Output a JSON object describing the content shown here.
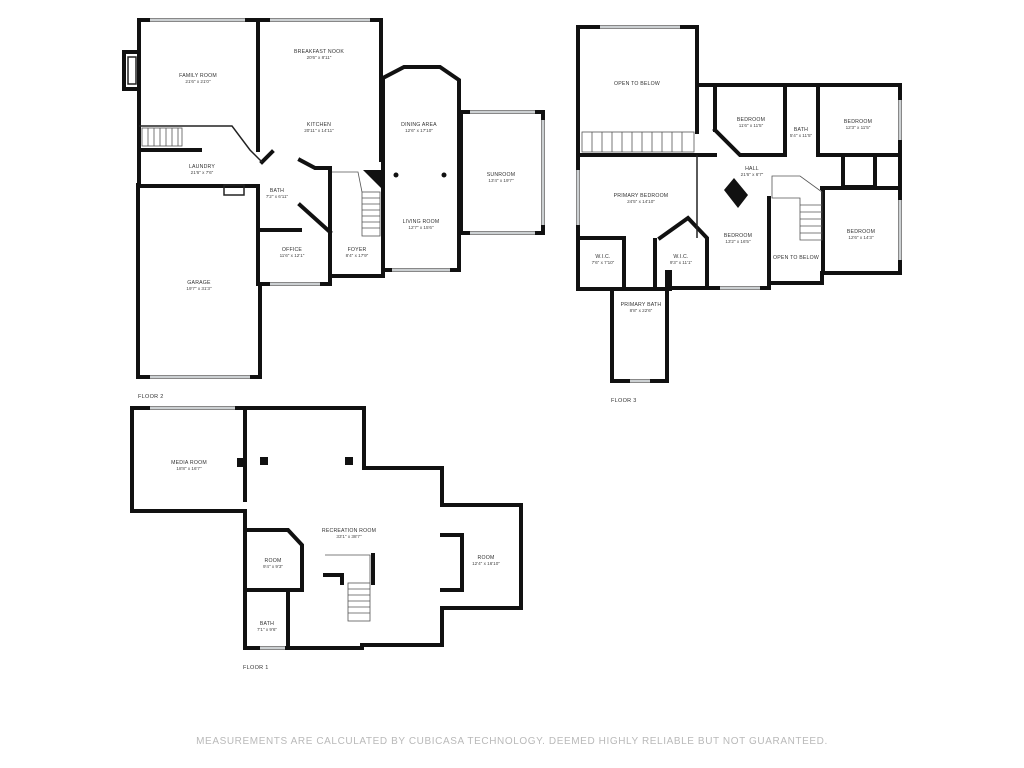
{
  "floor2": {
    "label": "FLOOR 2",
    "rooms": {
      "family": {
        "name": "FAMILY ROOM",
        "dim": "21'6\" x 21'0\""
      },
      "breakfast": {
        "name": "BREAKFAST NOOK",
        "dim": "20'6\" x 8'11\""
      },
      "kitchen": {
        "name": "KITCHEN",
        "dim": "20'11\" x 14'11\""
      },
      "dining": {
        "name": "DINING AREA",
        "dim": "12'6\" x 17'10\""
      },
      "sunroom": {
        "name": "SUNROOM",
        "dim": "13'4\" x 19'7\""
      },
      "laundry": {
        "name": "LAUNDRY",
        "dim": "21'6\" x 7'6\""
      },
      "bath": {
        "name": "BATH",
        "dim": "7'2\" x 6'11\""
      },
      "living": {
        "name": "LIVING ROOM",
        "dim": "12'7\" x 15'6\""
      },
      "office": {
        "name": "OFFICE",
        "dim": "11'6\" x 12'1\""
      },
      "foyer": {
        "name": "FOYER",
        "dim": "8'4\" x 17'9\""
      },
      "garage": {
        "name": "GARAGE",
        "dim": "19'7\" x 31'3\""
      }
    }
  },
  "floor3": {
    "label": "FLOOR 3",
    "rooms": {
      "open_below_1": {
        "name": "OPEN TO BELOW",
        "dim": ""
      },
      "bedroom_a": {
        "name": "BEDROOM",
        "dim": "11'6\" x 11'5\""
      },
      "bath": {
        "name": "BATH",
        "dim": "5'4\" x 11'5\""
      },
      "bedroom_b": {
        "name": "BEDROOM",
        "dim": "12'3\" x 11'5\""
      },
      "hall": {
        "name": "HALL",
        "dim": "21'6\" x 6'7\""
      },
      "primary_bedroom": {
        "name": "PRIMARY BEDROOM",
        "dim": "24'5\" x 14'10\""
      },
      "bedroom_c": {
        "name": "BEDROOM",
        "dim": "13'2\" x 16'5\""
      },
      "bedroom_d": {
        "name": "BEDROOM",
        "dim": "12'6\" x 14'3\""
      },
      "open_below_2": {
        "name": "OPEN TO BELOW",
        "dim": ""
      },
      "wic_1": {
        "name": "W.I.C.",
        "dim": "7'6\" x 7'10\""
      },
      "wic_2": {
        "name": "W.I.C.",
        "dim": "9'3\" x 11'1\""
      },
      "primary_bath": {
        "name": "PRIMARY BATH",
        "dim": "8'8\" x 22'6\""
      }
    }
  },
  "floor1": {
    "label": "FLOOR 1",
    "rooms": {
      "media": {
        "name": "MEDIA ROOM",
        "dim": "18'8\" x 16'7\""
      },
      "recreation": {
        "name": "RECREATION ROOM",
        "dim": "33'1\" x 38'7\""
      },
      "room_a": {
        "name": "ROOM",
        "dim": "9'4\" x 9'3\""
      },
      "room_b": {
        "name": "ROOM",
        "dim": "12'4\" x 16'10\""
      },
      "bath": {
        "name": "BATH",
        "dim": "7'1\" x 9'6\""
      }
    }
  },
  "disclaimer": "MEASUREMENTS ARE CALCULATED BY CUBICASA TECHNOLOGY. DEEMED HIGHLY RELIABLE BUT NOT GUARANTEED."
}
